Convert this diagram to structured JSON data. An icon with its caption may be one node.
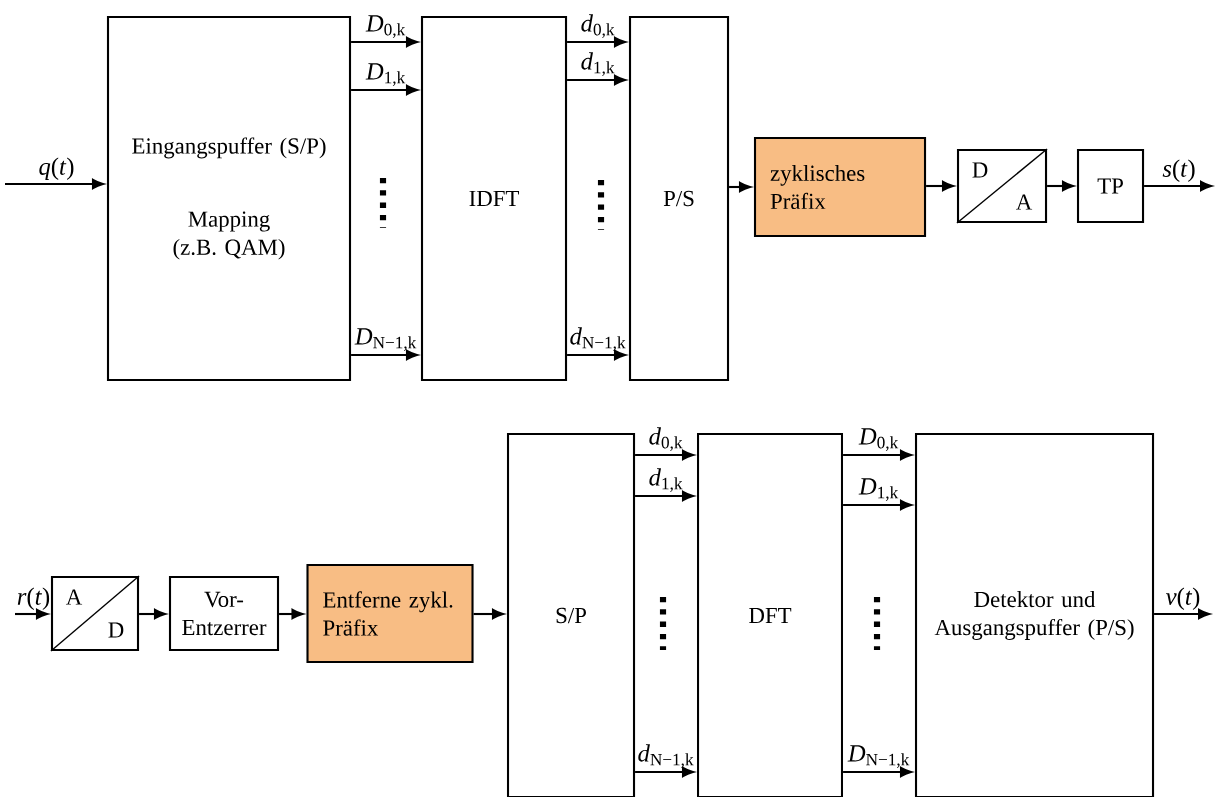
{
  "diagram": {
    "nodes": [
      {
        "text": [
          "Eingangspuffer (S/P)",
          "Mapping (z.B. QAM)"
        ]
      },
      {
        "text": [
          "IDFT"
        ]
      },
      {
        "text": [
          "P/S"
        ]
      },
      {
        "text": [
          "zyklisches Präfix"
        ]
      },
      {
        "text": [
          "D",
          "A"
        ]
      },
      {
        "text": [
          "TP"
        ]
      },
      {
        "text": [
          "A",
          "D"
        ]
      },
      {
        "text": [
          "Vor- Entzerrer"
        ]
      },
      {
        "text": [
          "Entferne zykl. Präfix"
        ]
      },
      {
        "text": [
          "S/P"
        ]
      },
      {
        "text": [
          "DFT"
        ]
      },
      {
        "text": [
          "Detektor und Ausgangspuffer (P/S)"
        ]
      }
    ],
    "edges": [
      {
        "from": null,
        "to": 0,
        "arrow": "to",
        "label": "*q*(*t*)"
      },
      {
        "from": 0,
        "to": 1,
        "arrow": "to",
        "label": "*D*$_{0,k}$"
      },
      {
        "from": 0,
        "to": 1,
        "arrow": "to",
        "label": "*D*$_{1,k}$"
      },
      {
        "from": 0,
        "to": 1,
        "arrow": "to",
        "label": "*D*$_{N−1,k}$"
      },
      {
        "from": 1,
        "to": 2,
        "arrow": "to",
        "label": "*d*$_{0,k}$"
      },
      {
        "from": 1,
        "to": 2,
        "arrow": "to",
        "label": "*d*$_{1,k}$"
      },
      {
        "from": 1,
        "to": 2,
        "arrow": "to",
        "label": "*d*$_{N−1,k}$"
      },
      {
        "from": 2,
        "to": 3,
        "arrow": "to"
      },
      {
        "from": 3,
        "to": 4,
        "arrow": "to"
      },
      {
        "from": 4,
        "to": 5,
        "arrow": "to"
      },
      {
        "from": 5,
        "to": null,
        "arrow": "to",
        "label": "*s*(*t*)"
      },
      {
        "from": null,
        "to": 6,
        "arrow": "to",
        "label": "*r*(*t*)"
      },
      {
        "from": 6,
        "to": 7,
        "arrow": "to"
      },
      {
        "from": 7,
        "to": 8,
        "arrow": "to"
      },
      {
        "from": 8,
        "to": 9,
        "arrow": "to"
      },
      {
        "from": 9,
        "to": 10,
        "arrow": "to",
        "label": "*d*$_{0,k}$"
      },
      {
        "from": 9,
        "to": 10,
        "arrow": "to",
        "label": "*d*$_{1,k}$"
      },
      {
        "from": 9,
        "to": 10,
        "arrow": "to",
        "label": "*d*$_{N−1,k}$"
      },
      {
        "from": 10,
        "to": 11,
        "arrow": "to",
        "label": "*D*$_{0,k}$"
      },
      {
        "from": 10,
        "to": 11,
        "arrow": "to",
        "label": "*D*$_{1,k}$"
      },
      {
        "from": 10,
        "to": 11,
        "arrow": "to",
        "label": "*D*$_{N−1,k}$"
      },
      {
        "from": 11,
        "to": null,
        "arrow": "to",
        "label": "*v*(*t*)"
      }
    ]
  }
}
